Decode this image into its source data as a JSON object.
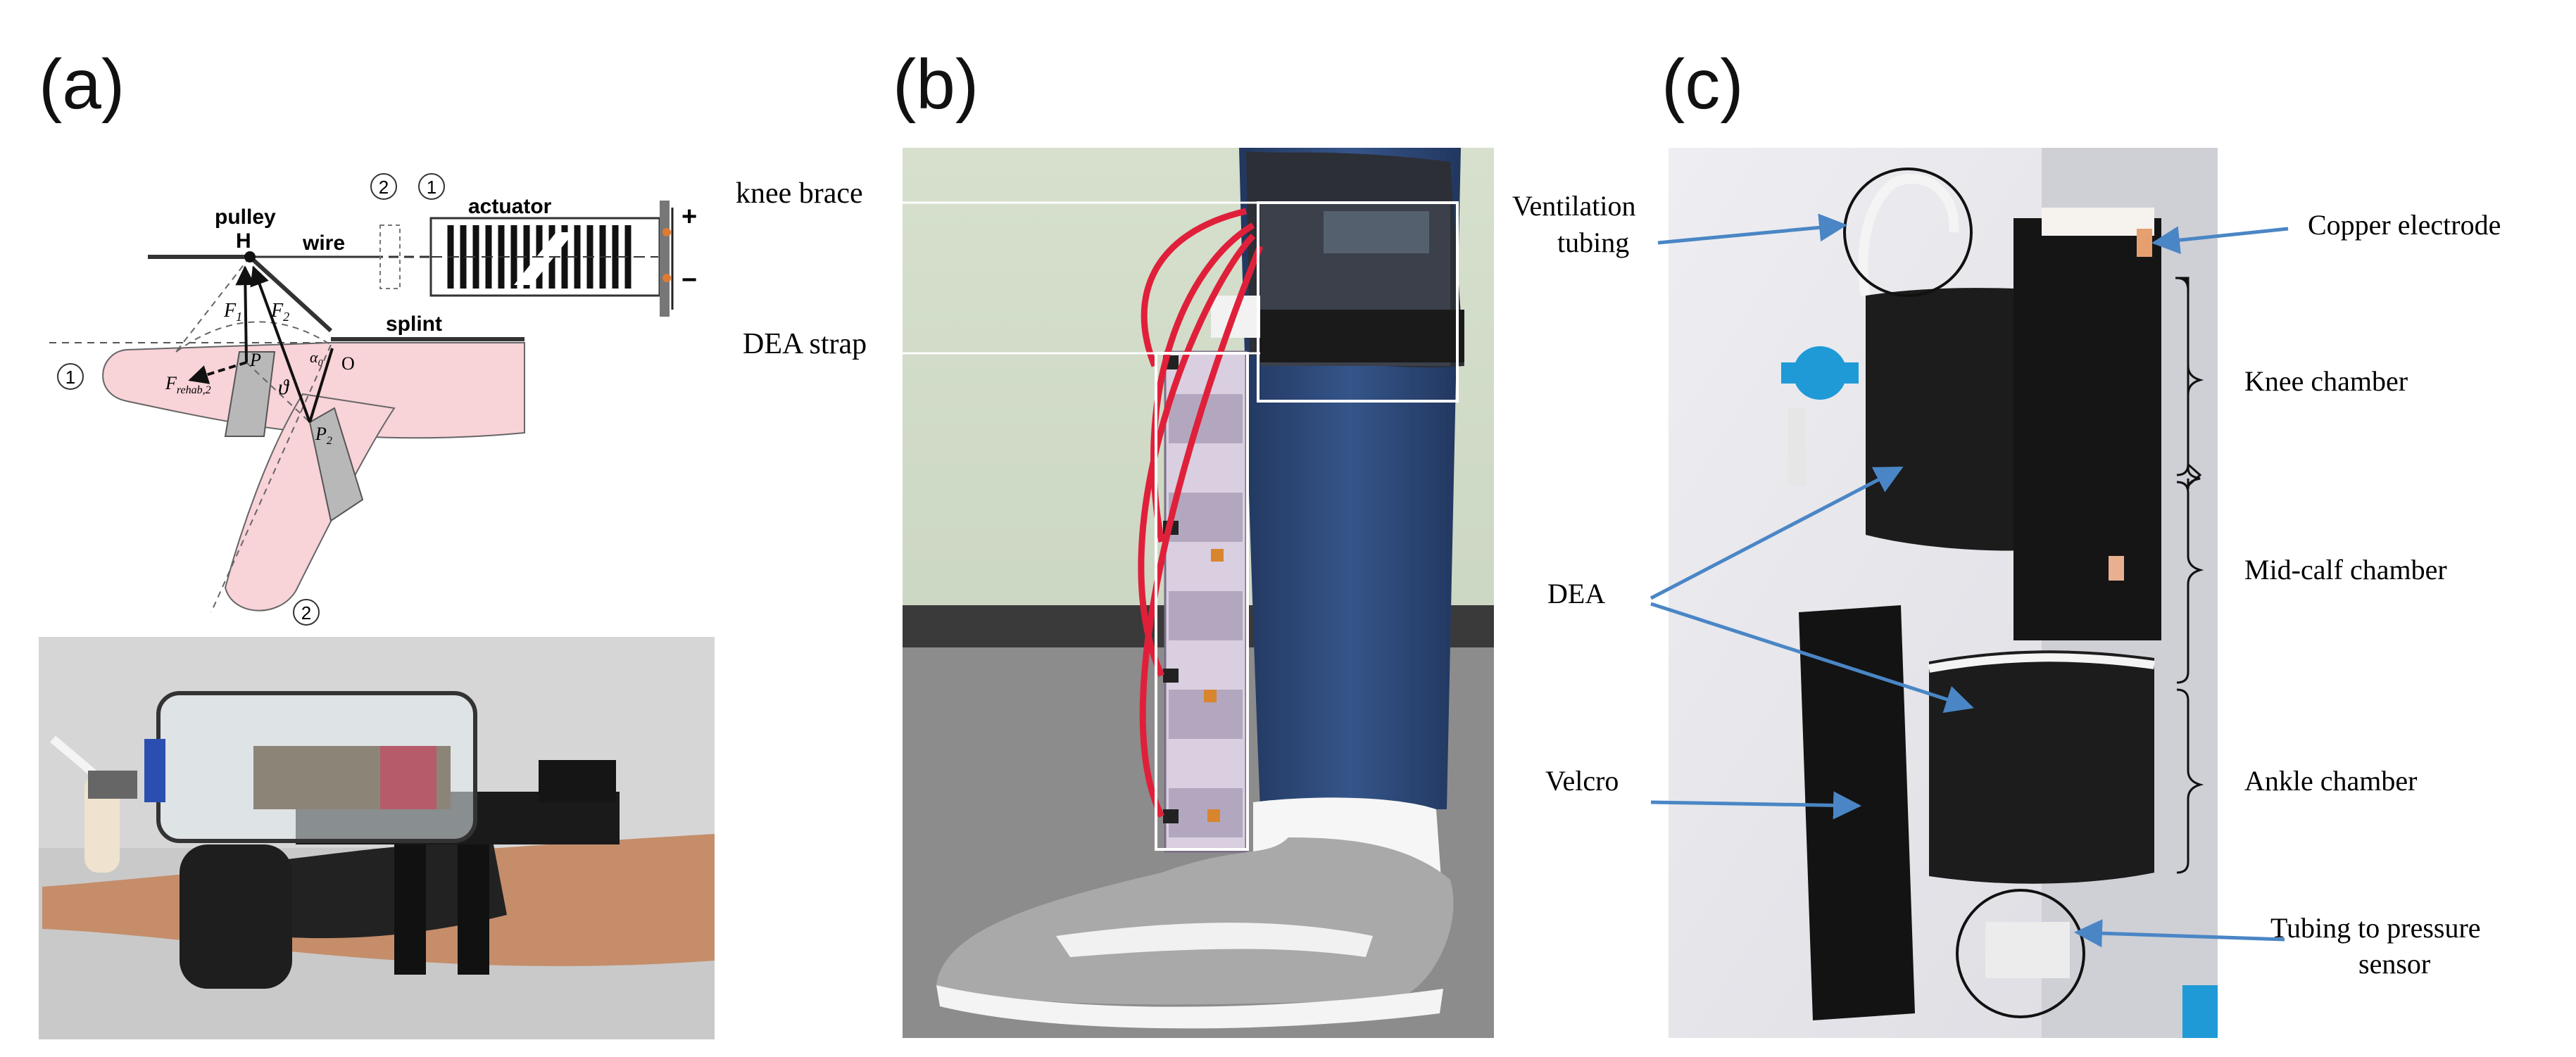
{
  "panels": {
    "a": {
      "letter": "(a)",
      "diagram": {
        "pulley": "pulley",
        "H": "H",
        "wire": "wire",
        "actuator": "actuator",
        "splint": "splint",
        "plus": "+",
        "minus": "−",
        "circ1": "1",
        "circ2": "2",
        "F1": "F",
        "F1_sub": "1",
        "F2": "F",
        "F2_sub": "2",
        "Frehab": "F",
        "Frehab_sub": "rehab,2",
        "P": "P",
        "P2": "P",
        "P2_sub": "2",
        "O": "O",
        "theta": "ϑ",
        "alpha": "α",
        "alpha_sub": "0"
      }
    },
    "b": {
      "letter": "(b)",
      "labels": {
        "knee_brace": "knee brace",
        "dea_strap": "DEA strap"
      }
    },
    "c": {
      "letter": "(c)",
      "labels": {
        "ventilation_1": "Ventilation",
        "ventilation_2": "tubing",
        "copper_electrode": "Copper electrode",
        "knee_chamber": "Knee chamber",
        "mid_calf_chamber": "Mid-calf chamber",
        "ankle_chamber": "Ankle chamber",
        "dea": "DEA",
        "velcro": "Velcro",
        "tubing_pressure_1": "Tubing to pressure",
        "tubing_pressure_2": "sensor"
      }
    }
  },
  "colors": {
    "finger": "#f8d3d8",
    "arrow_blue": "#4a86c5",
    "wire_red": "#e0203a",
    "dea_black": "#1c1c1c",
    "wall_green": "#cdd9c4",
    "floor_gray": "#8a8a8a",
    "jeans": "#2f4a78"
  }
}
